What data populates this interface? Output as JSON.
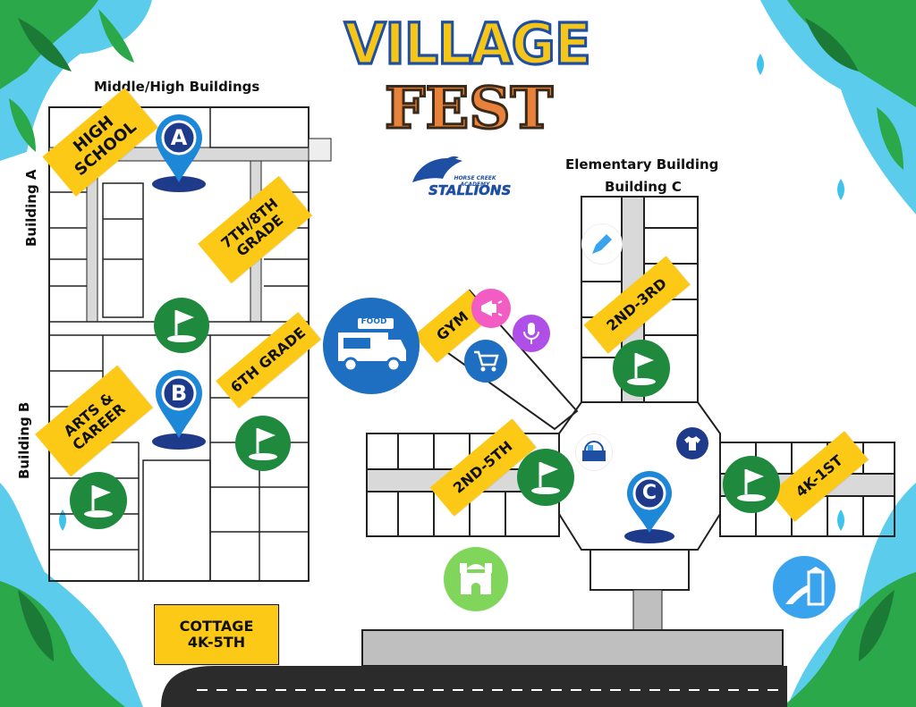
{
  "header": {
    "title_line1": "VILLAGE",
    "title_line2": "FEST"
  },
  "logo": {
    "small_text": "HORSE CREEK ACADEMY",
    "name": "STALLIONS",
    "icon": "stallion-horse-logo"
  },
  "sections": {
    "middle_high": "Middle/High Buildings",
    "elementary_line1": "Elementary Building",
    "elementary_line2": "Building C",
    "building_a": "Building A",
    "building_b": "Building B"
  },
  "labels": {
    "high_school": "HIGH SCHOOL",
    "grade_7_8": "7TH/8TH GRADE",
    "grade_6": "6TH GRADE",
    "arts_career": "ARTS & CAREER",
    "gym": "GYM",
    "grade_2_3": "2ND-3RD",
    "grade_2_5": "2ND-5TH",
    "grade_4k_1": "4K-1ST",
    "cottage_line1": "COTTAGE",
    "cottage_line2": "4K-5TH"
  },
  "markers": {
    "a": "A",
    "b": "B",
    "c": "C",
    "food": "FOOD"
  },
  "icons": [
    "golf-flag-icon",
    "food-truck-icon",
    "megaphone-icon",
    "microphone-icon",
    "shopping-cart-icon",
    "basket-icon",
    "tshirt-icon",
    "bounce-house-icon",
    "playground-slide-icon",
    "pencil-icon"
  ],
  "colors": {
    "tag_yellow": "#fbc916",
    "flag_green": "#1f8a3e",
    "pin_blue": "#1e88d8",
    "navy": "#1e3a8a",
    "pink": "#f25cc3",
    "purple": "#b04ee8",
    "lime": "#7fd65a",
    "sky": "#3aa3ee"
  }
}
